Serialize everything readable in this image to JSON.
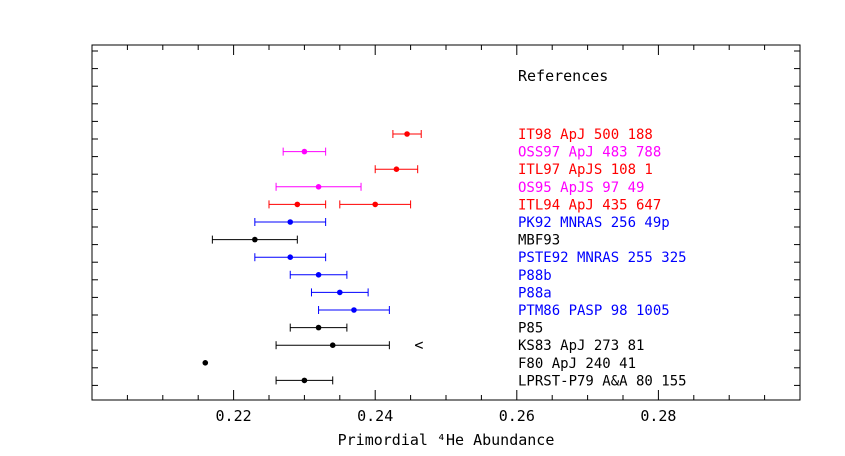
{
  "chart_data": {
    "type": "scatter",
    "title": "",
    "xlabel": "Primordial ⁴He Abundance",
    "ylabel": "",
    "xlim": [
      0.2,
      0.3
    ],
    "x_ticks": [
      0.22,
      0.24,
      0.26,
      0.28
    ],
    "x_tick_labels": [
      "0.22",
      "0.24",
      "0.26",
      "0.28"
    ],
    "legend_title": "References",
    "colors": {
      "red": "#ff0000",
      "magenta": "#ff00ff",
      "blue": "#0000ff",
      "black": "#000000"
    },
    "points": [
      {
        "label": "IT98 ApJ 500 188",
        "color": "red",
        "x": 0.2445,
        "err_low": 0.2425,
        "err_high": 0.2465
      },
      {
        "label": "OSS97 ApJ 483 788",
        "color": "magenta",
        "x": 0.23,
        "err_low": 0.227,
        "err_high": 0.233
      },
      {
        "label": "ITL97 ApJS 108 1",
        "color": "red",
        "x": 0.243,
        "err_low": 0.24,
        "err_high": 0.246
      },
      {
        "label": "OS95 ApJS 97 49",
        "color": "magenta",
        "x": 0.232,
        "err_low": 0.226,
        "err_high": 0.238
      },
      {
        "label": "ITL94 ApJ 435 647",
        "color": "red",
        "x": 0.229,
        "err_low": 0.225,
        "err_high": 0.233,
        "x2": 0.24,
        "err2_low": 0.235,
        "err2_high": 0.245
      },
      {
        "label": "PK92 MNRAS 256 49p",
        "color": "blue",
        "x": 0.228,
        "err_low": 0.223,
        "err_high": 0.233
      },
      {
        "label": "MBF93",
        "color": "black",
        "x": 0.223,
        "err_low": 0.217,
        "err_high": 0.229
      },
      {
        "label": "PSTE92 MNRAS 255 325",
        "color": "blue",
        "x": 0.228,
        "err_low": 0.223,
        "err_high": 0.233
      },
      {
        "label": "P88b",
        "color": "blue",
        "x": 0.232,
        "err_low": 0.228,
        "err_high": 0.236
      },
      {
        "label": "P88a",
        "color": "blue",
        "x": 0.235,
        "err_low": 0.231,
        "err_high": 0.239
      },
      {
        "label": "PTM86 PASP 98 1005",
        "color": "blue",
        "x": 0.237,
        "err_low": 0.232,
        "err_high": 0.242
      },
      {
        "label": "P85",
        "color": "black",
        "x": 0.232,
        "err_low": 0.228,
        "err_high": 0.236
      },
      {
        "label": "KS83 ApJ 273 81",
        "color": "black",
        "x": 0.234,
        "err_low": 0.226,
        "err_high": 0.242,
        "upper_limit_marker": "<"
      },
      {
        "label": "F80 ApJ 240 41",
        "color": "black",
        "x": 0.216
      },
      {
        "label": "LPRST-P79 A&A 80 155",
        "color": "black",
        "x": 0.23,
        "err_low": 0.226,
        "err_high": 0.234
      }
    ]
  }
}
